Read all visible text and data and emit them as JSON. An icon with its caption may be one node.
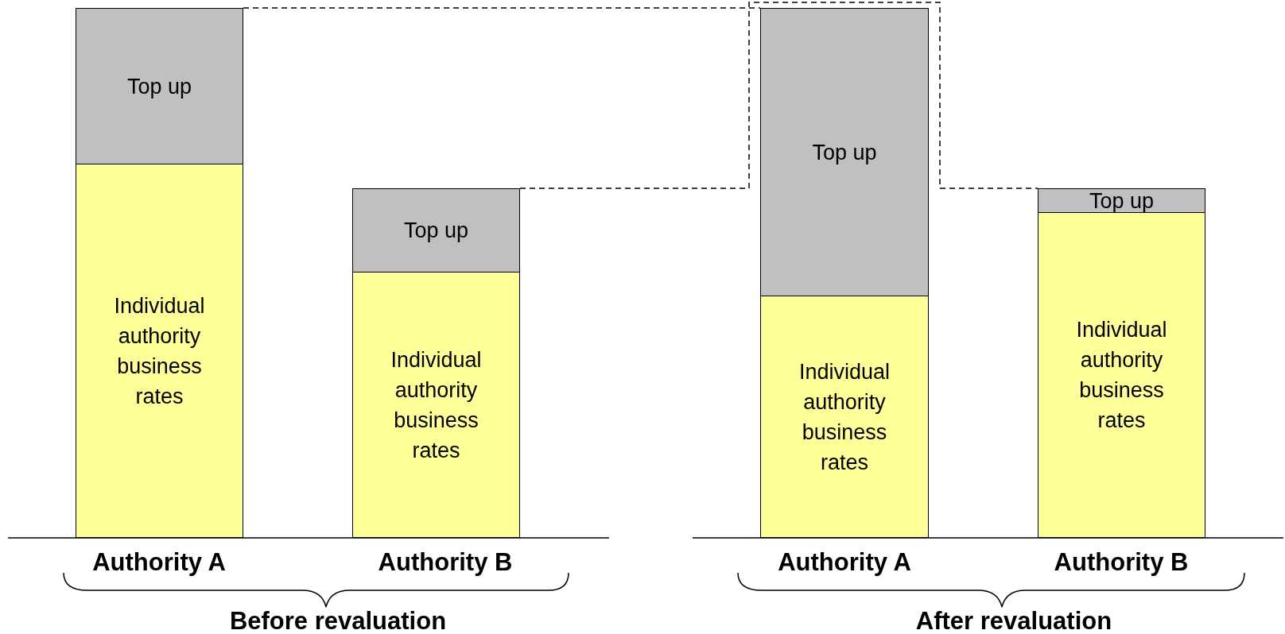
{
  "diagram": {
    "nodes": [
      {
        "text": [
          "Top up"
        ]
      },
      {
        "text": [
          "Individual authority business rates"
        ]
      },
      {
        "text": [
          "Top up"
        ]
      },
      {
        "text": [
          "Individual authority business rates"
        ]
      },
      {
        "text": [
          "Top up"
        ]
      },
      {
        "text": [
          "Individual authority business rates"
        ]
      },
      {
        "text": [
          "Top up"
        ]
      },
      {
        "text": [
          "Individual authority business rates"
        ]
      }
    ],
    "edges": [
      {
        "from": 0,
        "to": 4,
        "arrow": "none",
        "style": "dashed"
      },
      {
        "from": 2,
        "to": 6,
        "arrow": "none",
        "style": "dashed"
      }
    ],
    "labels": [
      "Authority A",
      "Authority B",
      "Before revaluation",
      "Authority A",
      "Authority B",
      "After revaluation"
    ]
  }
}
